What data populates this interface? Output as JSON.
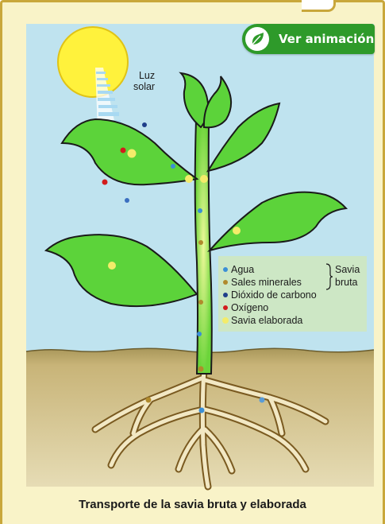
{
  "animation_button": {
    "label": "Ver animación",
    "icon": "leaf-icon"
  },
  "sun_label": {
    "line1": "Luz",
    "line2": "solar"
  },
  "legend": {
    "items": [
      {
        "label": "Agua",
        "color": "#3b8fd6"
      },
      {
        "label": "Sales minerales",
        "color": "#b08a2c"
      },
      {
        "label": "Dióxido de carbono",
        "color": "#1f3f8a"
      },
      {
        "label": "Oxígeno",
        "color": "#d21c1c"
      },
      {
        "label": "Savia elaborada",
        "color": "#f3ec6a"
      }
    ],
    "group_label": {
      "line1": "Savia",
      "line2": "bruta"
    }
  },
  "caption": "Transporte de la savia bruta y elaborada",
  "colors": {
    "sky": "#bfe3ef",
    "soil": "#c9b377",
    "leaf": "#5cd33a",
    "sun": "#fff23c",
    "button": "#2e9a2a"
  }
}
